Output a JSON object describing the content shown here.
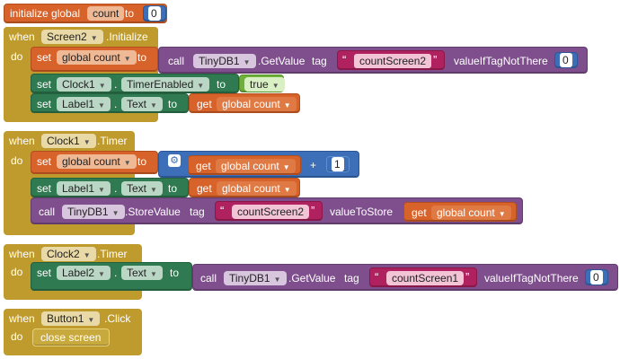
{
  "global_init": {
    "label": "initialize global",
    "var": "count",
    "to": "to",
    "value": "0"
  },
  "event1": {
    "when": "when",
    "component": "Screen2",
    "event": ".Initialize",
    "do": "do",
    "set1": {
      "set": "set",
      "target": "global count",
      "to": "to",
      "call": "call",
      "comp": "TinyDB1",
      "method": ".GetValue",
      "tag": "tag",
      "tag_value": "countScreen2",
      "if_not": "valueIfTagNotThere",
      "default": "0"
    },
    "set2": {
      "set": "set",
      "comp": "Clock1",
      "prop": "TimerEnabled",
      "to": "to",
      "value": "true"
    },
    "set3": {
      "set": "set",
      "comp": "Label1",
      "prop": "Text",
      "to": "to",
      "get": "get",
      "var": "global count"
    }
  },
  "event2": {
    "when": "when",
    "component": "Clock1",
    "event": ".Timer",
    "do": "do",
    "set1": {
      "set": "set",
      "target": "global count",
      "to": "to",
      "get": "get",
      "var": "global count",
      "op": "+",
      "value": "1"
    },
    "set2": {
      "set": "set",
      "comp": "Label1",
      "prop": "Text",
      "to": "to",
      "get": "get",
      "var": "global count"
    },
    "call": {
      "call": "call",
      "comp": "TinyDB1",
      "method": ".StoreValue",
      "tag": "tag",
      "tag_value": "countScreen2",
      "store": "valueToStore",
      "get": "get",
      "var": "global count"
    }
  },
  "event3": {
    "when": "when",
    "component": "Clock2",
    "event": ".Timer",
    "do": "do",
    "set1": {
      "set": "set",
      "comp": "Label2",
      "prop": "Text",
      "to": "to",
      "call": "call",
      "comp2": "TinyDB1",
      "method": ".GetValue",
      "tag": "tag",
      "tag_value": "countScreen1",
      "if_not": "valueIfTagNotThere",
      "default": "0"
    }
  },
  "event4": {
    "when": "when",
    "component": "Button1",
    "event": ".Click",
    "do": "do",
    "action": "close screen"
  },
  "dropdown_caret": "▼",
  "quote_open": "“",
  "quote_close": "”",
  "gear_glyph": "⚙",
  "colors": {
    "variable": "#d8632a",
    "control": "#bf9b2d",
    "component": "#2f7a50",
    "procedure": "#7e4f8c",
    "logic": "#6fb03b",
    "text": "#b0215f",
    "math": "#3c6fb8"
  }
}
